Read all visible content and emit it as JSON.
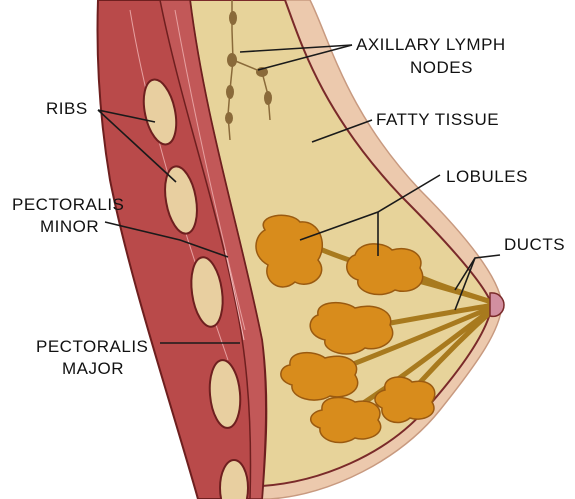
{
  "labels": {
    "ribs": "RIBS",
    "pectoralis_minor_line1": "PECTORALIS",
    "pectoralis_minor_line2": "MINOR",
    "pectoralis_major_line1": "PECTORALIS",
    "pectoralis_major_line2": "MAJOR",
    "axillary_line1": "AXILLARY LYMPH",
    "axillary_line2": "NODES",
    "fatty_tissue": "FATTY TISSUE",
    "lobules": "LOBULES",
    "ducts": "DUCTS"
  },
  "colors": {
    "muscle": "#b94a4a",
    "muscle_dark": "#8a2a2a",
    "rib": "#e8cfa0",
    "fat": "#e7d39a",
    "skin": "#ecc9ad",
    "lobule": "#d88c1c",
    "duct": "#a87a1e",
    "lymph_node": "#8a6a3a"
  }
}
